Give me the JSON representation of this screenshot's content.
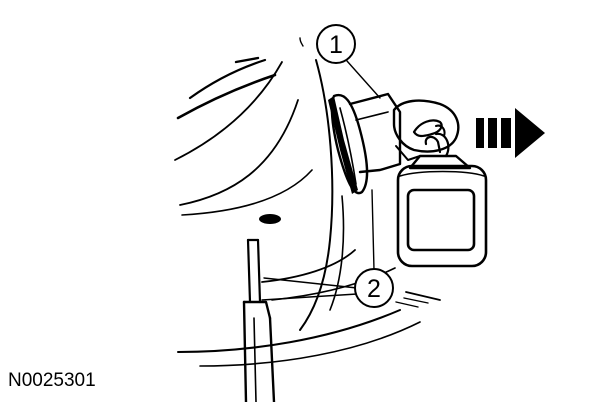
{
  "diagram": {
    "figure_id": "N0025301",
    "callouts": [
      {
        "number": "1"
      },
      {
        "number": "2"
      }
    ],
    "arrow_direction": "right",
    "line_color": "#000000",
    "background_color": "#ffffff"
  }
}
